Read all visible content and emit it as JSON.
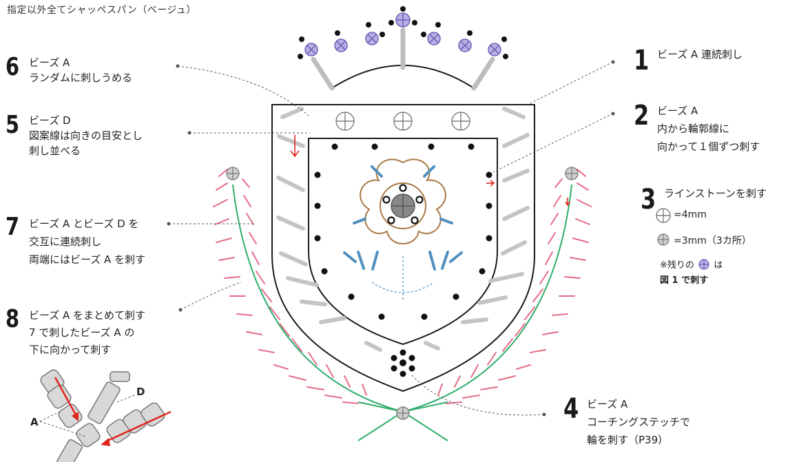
{
  "header": "指定以外全てシャッペスパン（ベージュ）",
  "steps": {
    "s1": {
      "num": "1",
      "l1": "ビーズ A 連続刺し"
    },
    "s2": {
      "num": "2",
      "l1": "ビーズ A",
      "l2": "内から輪郭線に",
      "l3": "向かって１個ずつ刺す"
    },
    "s3": {
      "num": "3",
      "l1": "ラインストーンを刺す"
    },
    "s4": {
      "num": "4",
      "l1": "ビーズ A",
      "l2": "コーチングステッチで",
      "l3": "輪を刺す（P39）"
    },
    "s5": {
      "num": "5",
      "l1": "ビーズ D",
      "l2": "図案線は向きの目安とし",
      "l3": "刺し並べる"
    },
    "s6": {
      "num": "6",
      "l1": "ビーズ A",
      "l2": "ランダムに刺しうめる"
    },
    "s7": {
      "num": "7",
      "l1": "ビーズ A とビーズ D を",
      "l2": "交互に連続刺し",
      "l3": "両端にはビーズ A を刺す"
    },
    "s8": {
      "num": "8",
      "l1": "ビーズ A をまとめて刺す",
      "l2": "7 で刺したビーズ A の",
      "l3": "下に向かって刺す"
    }
  },
  "legend": {
    "size4": "=4mm",
    "size3": "=3mm（3カ所）",
    "note1": "※残りの",
    "note1b": "は",
    "note2": "図 1 で刺す"
  },
  "inset": {
    "label_a": "A",
    "label_d": "D"
  },
  "colors": {
    "purple": "#9b8fd6",
    "red": "#e0271f",
    "green": "#2fae6b",
    "pink": "#e56b86",
    "blue": "#4f8fbd",
    "brown": "#a87845",
    "gray": "#bdbdbd"
  }
}
